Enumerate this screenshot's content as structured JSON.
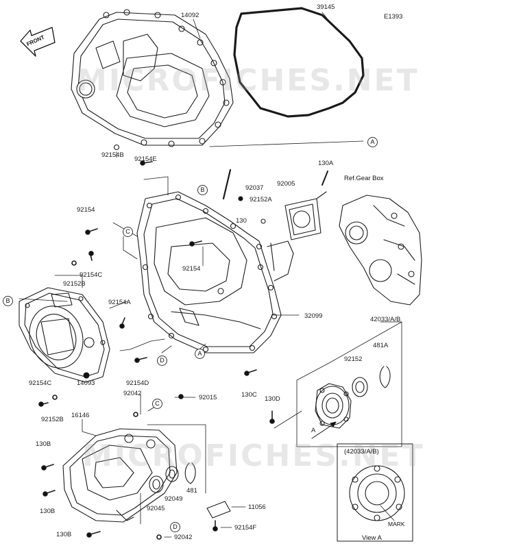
{
  "diagram_code": "E1393",
  "front_label": "FRONT",
  "watermark": "MICROFICHES.NET",
  "ref_label": "Ref.Gear Box",
  "view_label": "View A",
  "view_title": "(42033/A/B)",
  "mark_label": "MARK",
  "arrow_a_label": "A",
  "callouts": {
    "a": "A",
    "b": "B",
    "c": "C",
    "d": "D"
  },
  "parts": {
    "p14092": "14092",
    "p39145": "39145",
    "p92154B": "92154B",
    "p92154E": "92154E",
    "p92037": "92037",
    "p92152A": "92152A",
    "p130": "130",
    "p92005": "92005",
    "p130A": "130A",
    "p92154_top": "92154",
    "p92154C_top": "92154C",
    "p92152B_top": "92152B",
    "p92154_mid": "92154",
    "p92154A": "92154A",
    "p32099": "32099",
    "p42033": "42033/A/B",
    "p481A": "481A",
    "p92152": "92152",
    "p92154D": "92154D",
    "p92154C_bot": "92154C",
    "p92152B_bot": "92152B",
    "p14093": "14093",
    "p92042_top": "92042",
    "p92015": "92015",
    "p130C": "130C",
    "p130D": "130D",
    "p16146": "16146",
    "p130B_1": "130B",
    "p130B_2": "130B",
    "p130B_3": "130B",
    "p92045": "92045",
    "p92049": "92049",
    "p481": "481",
    "p11056": "11056",
    "p92154F": "92154F",
    "p92042_bot": "92042"
  }
}
